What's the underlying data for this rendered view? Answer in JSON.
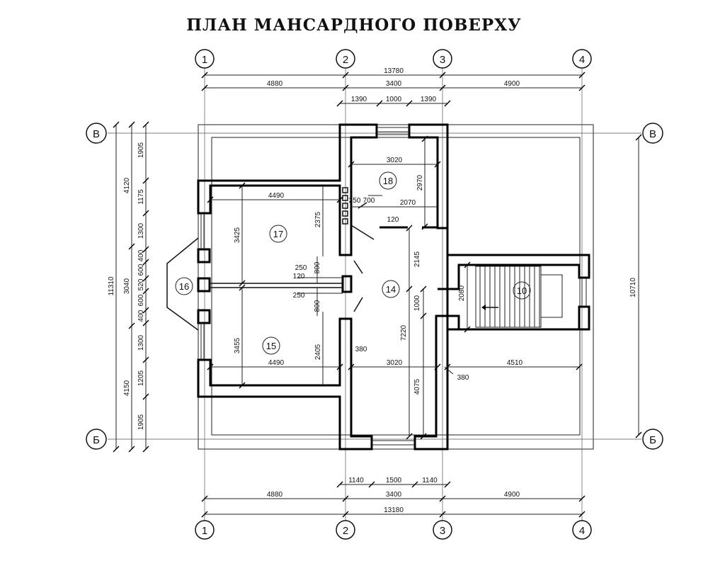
{
  "title": "ПЛАН МАНСАРДНОГО ПОВЕРХУ",
  "axes": {
    "top": [
      "1",
      "2",
      "3",
      "4"
    ],
    "bottom": [
      "1",
      "2",
      "3",
      "4"
    ],
    "left": [
      "В",
      "Б"
    ],
    "right": [
      "В",
      "Б"
    ]
  },
  "rooms": [
    "18",
    "17",
    "16",
    "14",
    "10",
    "15"
  ],
  "dims": {
    "top_total": "13780",
    "top_a": "4880",
    "top_b": "3400",
    "top_c": "4900",
    "top_d": "1390",
    "top_e": "1000",
    "top_f": "1390",
    "bot_total": "13180",
    "bot_a": "4880",
    "bot_b": "3400",
    "bot_c": "4900",
    "bot_d": "1140",
    "bot_e": "1500",
    "bot_f": "1140",
    "left_total": "11310",
    "left_a": "4120",
    "left_b": "3040",
    "left_c": "4150",
    "left_d": "1905",
    "left_e": "1175",
    "left_f": "1300",
    "left_g": "400",
    "left_h": "600",
    "left_i": "520",
    "left_j": "600",
    "left_k": "400",
    "left_l": "1300",
    "left_m": "1205",
    "left_n": "1905",
    "right_total": "10710",
    "r18_w": "3020",
    "r18_h": "2970",
    "r18_b": "2070",
    "d250a": "250",
    "d700": "700",
    "d120a": "120",
    "r17_w": "4490",
    "r17_h1": "3425",
    "r17_h2": "2375",
    "d250b": "250",
    "d120b": "120",
    "d250c": "250",
    "d800a": "800",
    "d800b": "800",
    "r14_a": "2145",
    "r14_b": "1000",
    "r14_c": "7220",
    "r14_d": "4075",
    "r10_h": "2080",
    "r15_w": "4490",
    "r15_h1": "3455",
    "r15_h2": "2405",
    "d380a": "380",
    "d380b": "380",
    "mid_w": "3020",
    "right_w": "4510"
  }
}
